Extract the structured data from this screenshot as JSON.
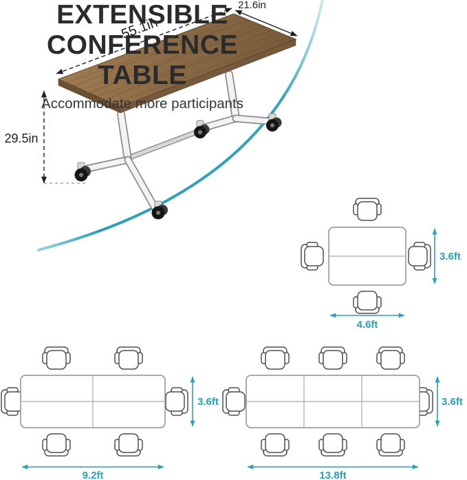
{
  "product_diagram": {
    "depth_label": "21.6in",
    "width_label": "55.1in",
    "height_label": "29.5in"
  },
  "heading": {
    "title_line1": "EXTENSIBLE",
    "title_line2": "CONFERENCE TABLE",
    "subtitle": "Accommodate more participants"
  },
  "layouts": [
    {
      "id": "small",
      "seats": 4,
      "depth_label": "3.6ft",
      "width_label": "4.6ft",
      "sections_cols": 1,
      "sections_rows": 2
    },
    {
      "id": "medium",
      "seats": 6,
      "depth_label": "3.6ft",
      "width_label": "9.2ft",
      "sections_cols": 2,
      "sections_rows": 2
    },
    {
      "id": "large",
      "seats": 8,
      "depth_label": "3.6ft",
      "width_label": "13.8ft",
      "sections_cols": 3,
      "sections_rows": 2
    }
  ],
  "colors": {
    "accent_teal": "#2b9fb9",
    "dimension_black": "#1f1f1f",
    "wood_top": "#8a6a46",
    "title_text": "#2b2b2b"
  }
}
